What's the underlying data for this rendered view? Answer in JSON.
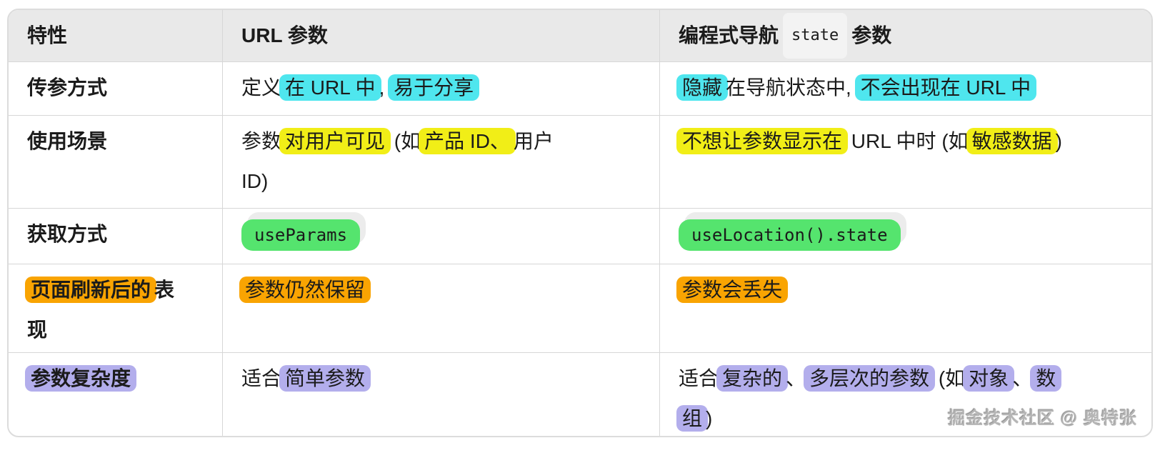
{
  "colors": {
    "cyan": "#4fe6ee",
    "yellow": "#f1ee17",
    "green": "#55e46e",
    "orange": "#f9a402",
    "purple": "#b3aeec",
    "code-shadow": "#ececec",
    "header-bg": "#e9e9e9",
    "chip-bg": "#f3f3f3",
    "border": "#d7d7d7",
    "text": "#1b1b1b"
  },
  "table": {
    "header": {
      "feature": [
        {
          "t": "特性"
        }
      ],
      "url_params": [
        {
          "t": "URL 参数"
        }
      ],
      "state_params": [
        {
          "t": "编程式导航"
        },
        {
          "t": "state",
          "hl": "chip"
        },
        {
          "t": " 参数"
        }
      ]
    },
    "rows": [
      {
        "label": [
          {
            "t": "传参方式"
          }
        ],
        "url": [
          {
            "t": "定义"
          },
          {
            "t": "在 URL 中",
            "hl": "cyan"
          },
          {
            "t": ", "
          },
          {
            "t": "易于分享",
            "hl": "cyan"
          }
        ],
        "state": [
          {
            "t": "隐藏",
            "hl": "cyan"
          },
          {
            "t": "在导航状态中, "
          },
          {
            "t": "不会出现在 URL 中",
            "hl": "cyan"
          }
        ]
      },
      {
        "label": [
          {
            "t": "使用场景"
          }
        ],
        "url": [
          {
            "t": "参数"
          },
          {
            "t": "对用户可见",
            "hl": "yellow"
          },
          {
            "t": " (如"
          },
          {
            "t": "产品 ID、",
            "hl": "yellow"
          },
          {
            "t": "用户"
          },
          {
            "br": true
          },
          {
            "t": "ID)"
          }
        ],
        "state": [
          {
            "t": "不想让参数显示在",
            "hl": "yellow"
          },
          {
            "t": " URL 中时 (如"
          },
          {
            "t": "敏感数据",
            "hl": "yellow"
          },
          {
            "t": ")"
          }
        ]
      },
      {
        "label": [
          {
            "t": "获取方式"
          }
        ],
        "url": [
          {
            "t": "useParams",
            "hl": "code"
          }
        ],
        "state": [
          {
            "t": "useLocation().state",
            "hl": "code"
          }
        ]
      },
      {
        "label": [
          {
            "t": "页面刷新后的",
            "hl": "orange"
          },
          {
            "t": "表"
          },
          {
            "br": true
          },
          {
            "t": "现"
          }
        ],
        "url": [
          {
            "t": "参数仍然保留",
            "hl": "orange"
          }
        ],
        "state": [
          {
            "t": "参数会丢失",
            "hl": "orange"
          }
        ]
      },
      {
        "label": [
          {
            "t": "参数复杂度",
            "hl": "purple"
          }
        ],
        "url": [
          {
            "t": "适合"
          },
          {
            "t": "简单参数",
            "hl": "purple"
          }
        ],
        "state": [
          {
            "t": "适合"
          },
          {
            "t": "复杂的",
            "hl": "purple"
          },
          {
            "t": "、"
          },
          {
            "t": "多层次的参数",
            "hl": "purple"
          },
          {
            "t": " (如"
          },
          {
            "t": "对象",
            "hl": "purple"
          },
          {
            "t": "、"
          },
          {
            "t": "数",
            "hl": "purple"
          },
          {
            "br": true
          },
          {
            "t": "组",
            "hl": "purple"
          },
          {
            "t": ")"
          }
        ]
      }
    ]
  },
  "watermark": "掘金技术社区 @ 奥特张"
}
